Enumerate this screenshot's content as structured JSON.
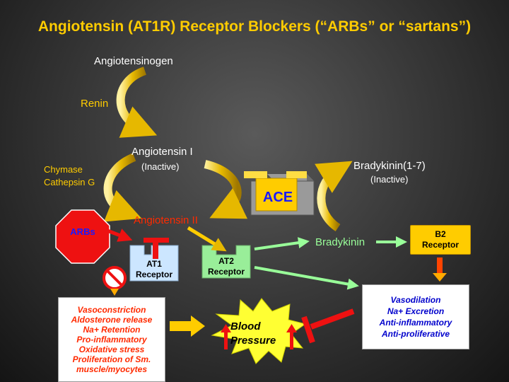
{
  "title": "Angiotensin (AT1R) Receptor Blockers (“ARBs” or “sartans”)",
  "nodes": {
    "angiotensinogen": "Angiotensinogen",
    "renin": "Renin",
    "angiotensin_i": "Angiotensin I",
    "angiotensin_i_note": "(Inactive)",
    "chymase": "Chymase",
    "cathepsin": "Cathepsin G",
    "angiotensin_ii": "Angiotensin II",
    "ace": "ACE",
    "bradykinin_17": "Bradykinin(1-7)",
    "bradykinin_17_note": "(Inactive)",
    "bradykinin": "Bradykinin",
    "arbs": "ARBs"
  },
  "receptors": {
    "at1_line1": "AT1",
    "at1_line2": "Receptor",
    "at2_line1": "AT2",
    "at2_line2": "Receptor",
    "b2_line1": "B2",
    "b2_line2": "Receptor"
  },
  "effects_box": [
    "Vasodilation",
    "Na+ Excretion",
    "Anti-inflammatory",
    "Anti-proliferative"
  ],
  "at1_effects": [
    "Vasoconstriction",
    "Aldosterone release",
    "Na+ Retention",
    "Pro-inflammatory",
    "Oxidative stress",
    "Proliferation  of Sm.",
    "muscle/myocytes"
  ],
  "blood_pressure": {
    "line1": "Blood",
    "line2": "Pressure"
  },
  "colors": {
    "title": "#ffcc00",
    "curved_arrow": "#e6b800",
    "inhibit_red": "#ee1111",
    "green_arrow": "#99ff99",
    "effect_text": "#0000cc",
    "vaso_text": "#ff2a00"
  }
}
